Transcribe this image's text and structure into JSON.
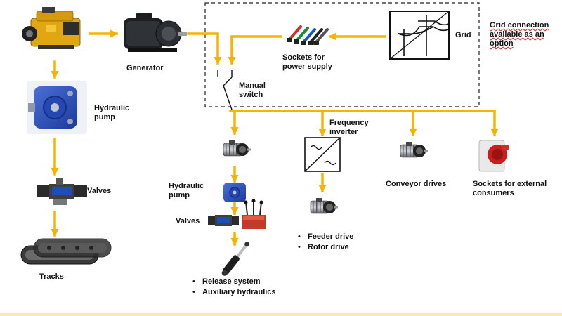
{
  "colors": {
    "flow": "#F5B400",
    "dashed_box": "#222222",
    "note_underline": "#D33333"
  },
  "labels": {
    "generator": "Generator",
    "grid": "Grid",
    "grid_note": [
      "Grid connection",
      "available as an",
      "option"
    ],
    "sockets_power": [
      "Sockets for",
      "power supply"
    ],
    "manual_switch": [
      "Manual",
      "switch"
    ],
    "hydraulic_pump_left": [
      "Hydraulic",
      "pump"
    ],
    "valves_left": "Valves",
    "tracks": "Tracks",
    "frequency_inverter": [
      "Frequency",
      "inverter"
    ],
    "conveyor_drives": "Conveyor drives",
    "sockets_external": [
      "Sockets for external",
      "consumers"
    ],
    "hydraulic_pump_mid": [
      "Hydraulic",
      "pump"
    ],
    "valves_mid": "Valves"
  },
  "bullets": {
    "release": [
      "Release system",
      "Auxiliary hydraulics"
    ],
    "drives": [
      "Feeder drive",
      "Rotor drive"
    ]
  },
  "icons": [
    "diesel-engine-icon",
    "generator-icon",
    "power-sockets-icon",
    "power-grid-icon",
    "hydraulic-pump-icon",
    "valve-icon",
    "crawler-tracks-icon",
    "electric-motor-icon",
    "frequency-inverter-icon",
    "hydraulic-cylinder-icon",
    "cee-socket-icon",
    "manual-switch-icon"
  ]
}
